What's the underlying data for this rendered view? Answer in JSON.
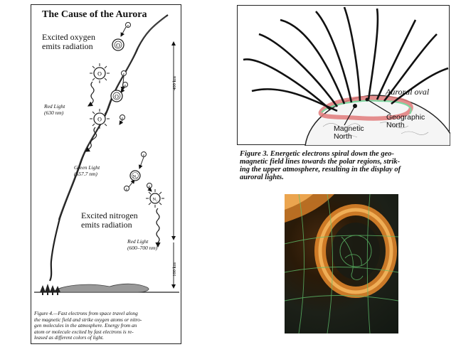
{
  "left_diagram": {
    "title": "The Cause of the Aurora",
    "oxygen_label": [
      "Excited oxygen",
      "emits radiation"
    ],
    "nitrogen_label": [
      "Excited nitrogen",
      "emits radiation"
    ],
    "red_light_1": [
      "Red Light",
      "(630 nm)"
    ],
    "green_light": [
      "Green Light",
      "(557.7 nm)"
    ],
    "red_light_2": [
      "Red Light",
      "(600–700 nm)"
    ],
    "scale_upper": "400 km",
    "scale_lower": "100 km",
    "oxygen_symbol": "O",
    "nitrogen_symbol": "N₂",
    "electron_symbol": "e",
    "caption": [
      "Figure 4.—Fast electrons from space travel along",
      "the magnetic field and strike oxygen atoms or nitro-",
      "gen molecules in the atmosphere. Energy from an",
      "atom or molecule excited by fast electrons is re-",
      "leased as different colors of light."
    ]
  },
  "right_diagram": {
    "auroral_oval_label": "Auroral oval",
    "magnetic_north_label": [
      "Magnetic",
      "North"
    ],
    "geographic_north_label": [
      "Geographic",
      "North"
    ],
    "caption": [
      "Figure 3. Energetic electrons spiral down the geo-",
      "magnetic field lines towards the polar regions, strik-",
      "ing the upper atmosphere, resulting in the display of",
      "auroral lights."
    ]
  },
  "photo": {
    "description_icon": "aurora-satellite-photo"
  },
  "colors": {
    "oval_red": "#e07a7a",
    "oval_green": "#7fd6a0",
    "photo_orange": "#e98a2b"
  }
}
